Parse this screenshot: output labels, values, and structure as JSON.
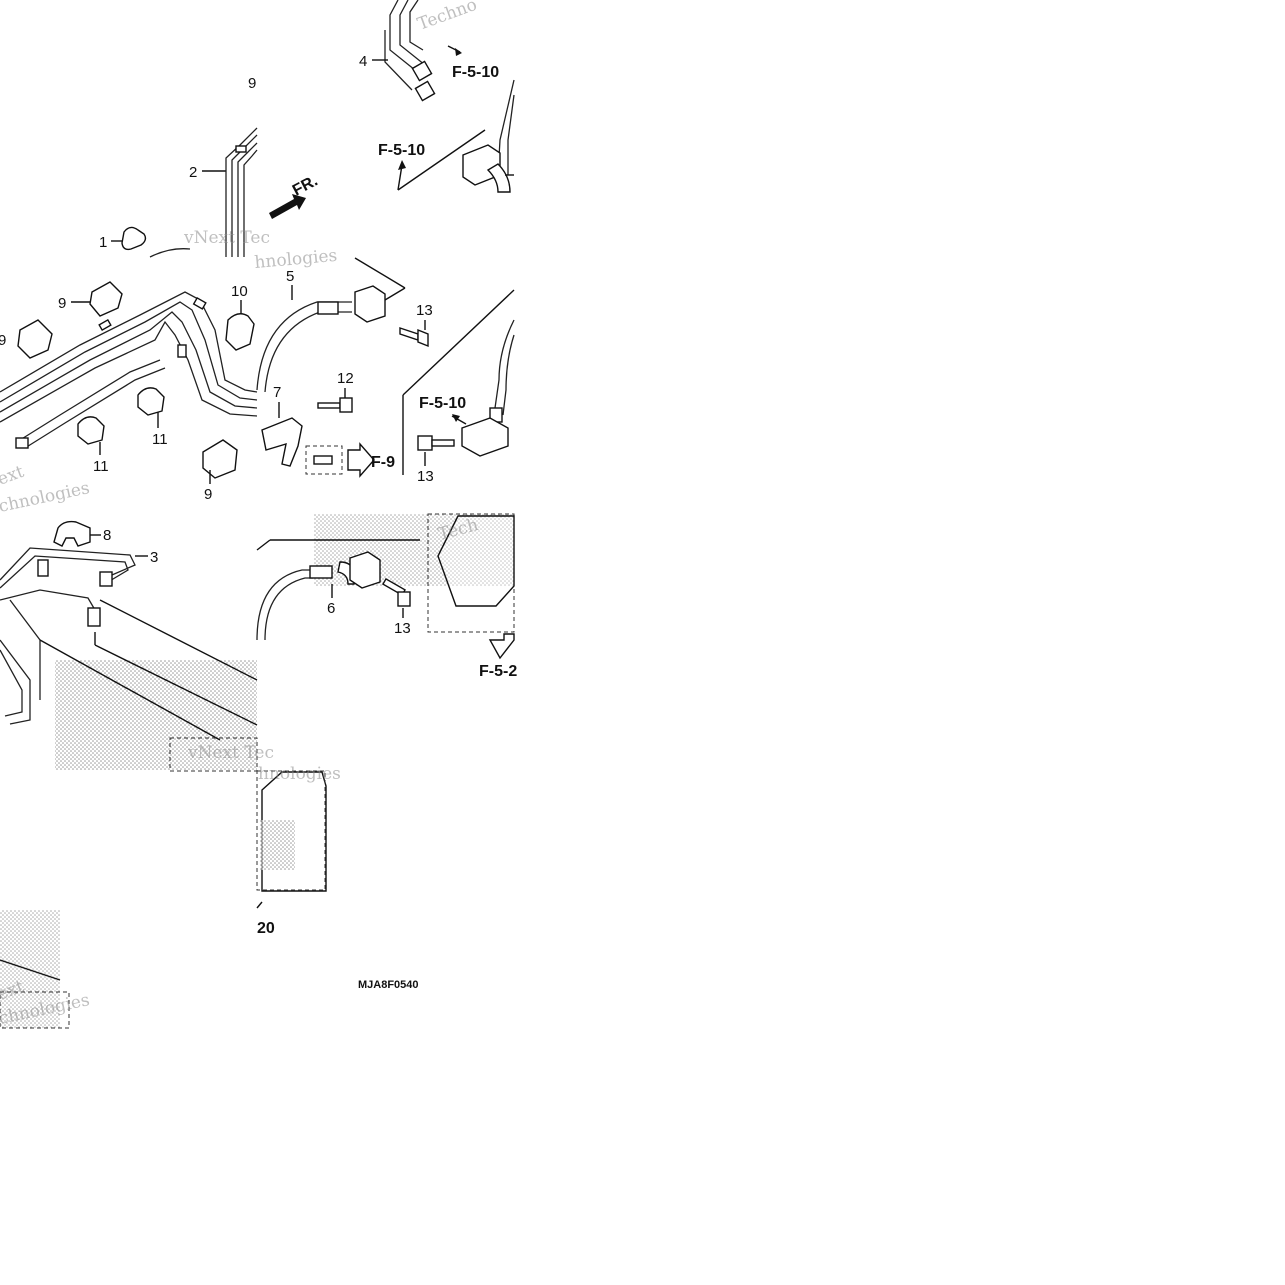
{
  "labels": {
    "top": {
      "l9": "9",
      "l2": "2",
      "l1": "1",
      "l4": "4"
    },
    "mid": {
      "l9a": "9",
      "l10": "10",
      "l9b": "9",
      "l11a": "11",
      "l11b": "11",
      "l9c": "9",
      "l5": "5",
      "l13a": "13",
      "l12": "12",
      "l7": "7",
      "l13b": "13"
    },
    "low": {
      "l8": "8",
      "l3": "3",
      "l6": "6",
      "l13c": "13"
    }
  },
  "refs": {
    "r1": "F-5-10",
    "r2": "F-5-10",
    "r3": "F-5-10",
    "r4": "F-9",
    "r5": "F-5-2",
    "r6": "20",
    "fr": "FR."
  },
  "diagram_code": "MJA8F0540",
  "watermark": {
    "w1": "vNext Tec",
    "w2": "hnologies",
    "w3": "Techno",
    "w4": "ext",
    "w5": "chnologies",
    "w6": "vNext Tec",
    "w7": "hnologies",
    "w8": "ext",
    "w9": "chnologies",
    "w10": "Tech"
  }
}
